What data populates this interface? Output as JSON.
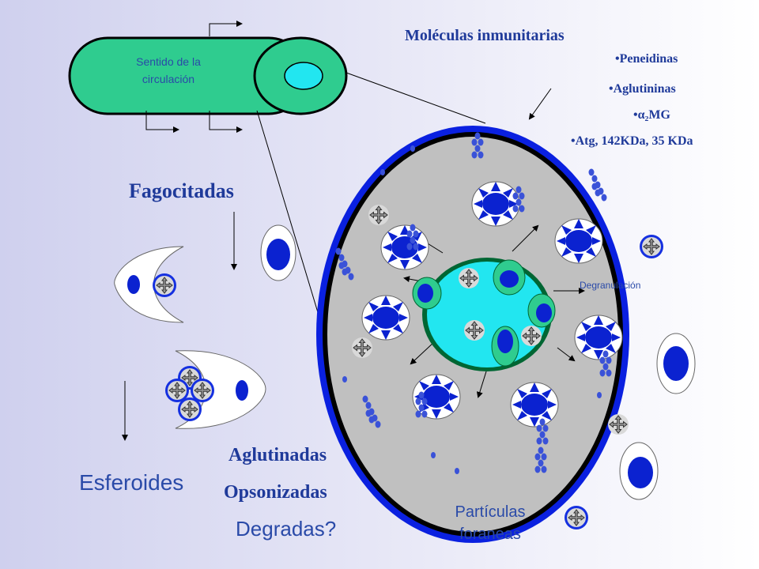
{
  "vessel": {
    "label_line1": "Sentido de la",
    "label_line2": "circulación"
  },
  "molecules": {
    "title": "Moléculas inmunitarias",
    "items": [
      "Peneidinas",
      "Aglutininas",
      "α₂MG",
      "Atg, 142KDa, 35 KDa"
    ]
  },
  "labels": {
    "fagocitadas": "Fagocitadas",
    "degranulacion": "Degranulación",
    "esferoides": "Esferoides",
    "aglutinadas": "Aglutinadas",
    "opsonizadas": "Opsonizadas",
    "degradas": "Degradas?",
    "particulas_line1": "Partículas",
    "particulas_line2": "foraneas"
  },
  "colors": {
    "vessel_green": "#2fcc8f",
    "lumen_cyan": "#22e6f0",
    "hemocyte_blue": "#0b22d0",
    "wall_blue": "#0a20e0",
    "tissue_gray": "#c0c0c0",
    "text_blue": "#1f3a9a"
  }
}
